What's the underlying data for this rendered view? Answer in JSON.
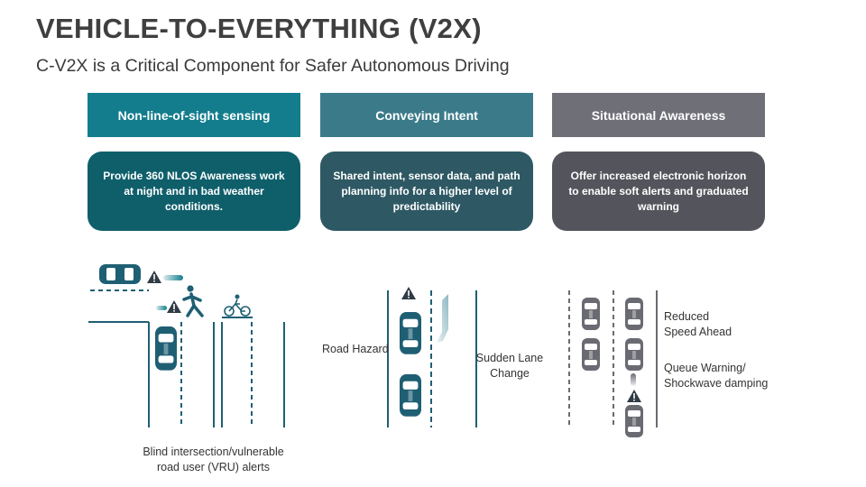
{
  "title": "VEHICLE-TO-EVERYTHING (V2X)",
  "subtitle": "C-V2X is a Critical Component for Safer Autonomous Driving",
  "columns": [
    {
      "header": "Non-line-of-sight sensing",
      "description": "Provide 360 NLOS Awareness work at night and in bad weather conditions."
    },
    {
      "header": "Conveying Intent",
      "description": "Shared intent, sensor data, and path planning info for a higher level of predictability"
    },
    {
      "header": "Situational Awareness",
      "description": "Offer increased electronic horizon to enable soft alerts and graduated warning"
    }
  ],
  "diagram_labels": {
    "blind_intersection_line1": "Blind intersection/vulnerable",
    "blind_intersection_line2": "road user (VRU) alerts",
    "road_hazard": "Road Hazard",
    "sudden_lane_line1": "Sudden Lane",
    "sudden_lane_line2": "Change",
    "reduced_speed_line1": "Reduced",
    "reduced_speed_line2": "Speed Ahead",
    "queue_warning_line1": "Queue Warning/",
    "queue_warning_line2": "Shockwave damping"
  },
  "colors": {
    "teal": "#137d8d",
    "dark_teal": "#0f5f6b",
    "slate_teal": "#3b7b89",
    "gray": "#6f6f78",
    "dark_gray": "#54545c",
    "car_teal": "#1f5f73",
    "car_gray": "#6a6a72"
  }
}
